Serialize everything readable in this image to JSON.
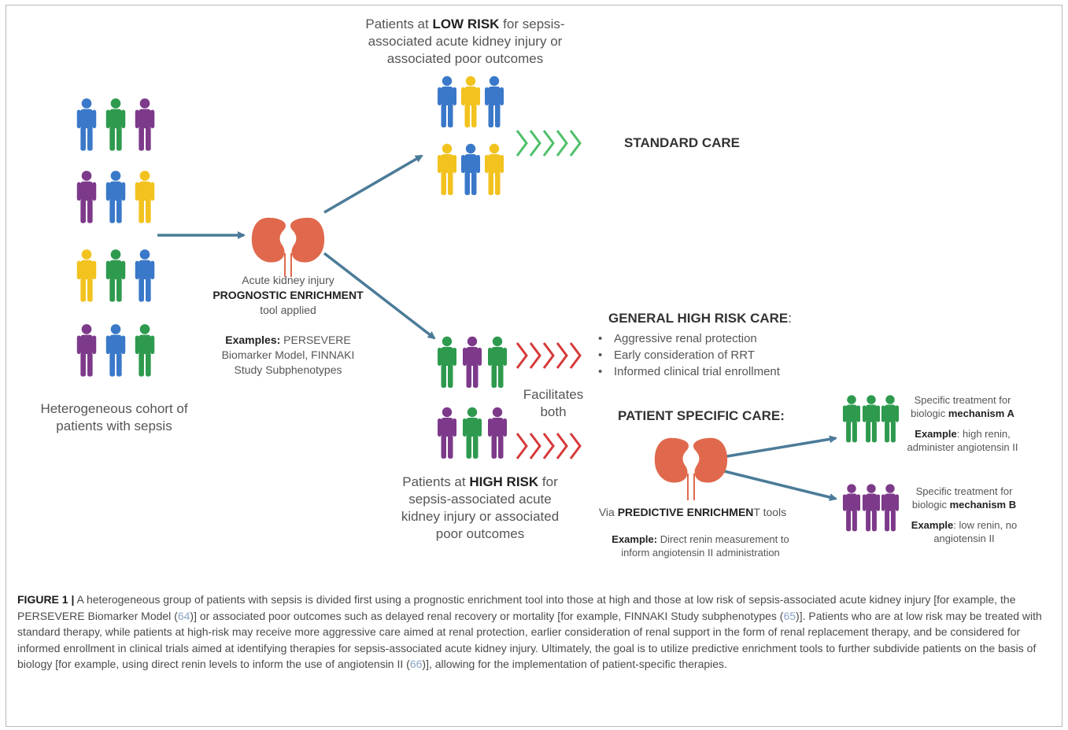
{
  "diagram": {
    "cohort_label": [
      "Heterogeneous cohort of",
      "patients with sepsis"
    ],
    "tool_line1": "Acute kidney injury",
    "tool_line2": "PROGNOSTIC ENRICHMENT",
    "tool_line3": "tool applied",
    "examples_bold": "Examples:",
    "examples_rest": " PERSEVERE",
    "examples_line2": "Biomarker Model, FINNAKI",
    "examples_line3": "Study Subphenotypes",
    "low_prefix": "Patients at ",
    "low_bold": "LOW RISK",
    "low_suffix": " for sepsis-",
    "low_line2": "associated acute kidney injury or",
    "low_line3": "associated poor outcomes",
    "standard_care": "STANDARD CARE",
    "general_title": "GENERAL HIGH RISK CARE",
    "general_colon": ":",
    "general_items": [
      "Aggressive renal protection",
      "Early consideration of RRT",
      "Informed clinical trial enrollment"
    ],
    "facilitates": [
      "Facilitates",
      "both"
    ],
    "patient_specific": "PATIENT SPECIFIC CARE:",
    "high_prefix": "Patients at ",
    "high_bold": "HIGH RISK",
    "high_suffix": " for",
    "high_line2": "sepsis-associated acute",
    "high_line3": "kidney injury or associated",
    "high_line4": "poor outcomes",
    "via_prefix": "Via ",
    "via_bold": "PREDICTIVE ENRICHMEN",
    "via_suffix": "T tools",
    "example2_bold": "Example:",
    "example2_rest": " Direct renin measurement to",
    "example2_line2": "inform angiotensin II administration",
    "mechA_line1": "Specific treatment for",
    "mechA_prefix": "biologic ",
    "mechA_bold": "mechanism A",
    "mechA_ex_bold": "Example",
    "mechA_ex_rest": ": high renin,",
    "mechA_ex_line2": "administer angiotensin II",
    "mechB_line1": "Specific treatment for",
    "mechB_prefix": "biologic ",
    "mechB_bold": "mechanism B",
    "mechB_ex_bold": "Example",
    "mechB_ex_rest": ": low renin, no",
    "mechB_ex_line2": "angiotensin II"
  },
  "colors": {
    "blue": "#3a78c9",
    "green": "#2e9a4e",
    "purple": "#7d3a8a",
    "yellow": "#f2c21e",
    "arrow": "#4b7b98",
    "chevron_green": "#4fbf6a",
    "chevron_red": "#d63a3a",
    "kidney": "#e0694d"
  },
  "caption": {
    "label": "FIGURE 1 |",
    "t1": " A heterogeneous group of patients with sepsis is divided first using a prognostic enrichment tool into those at high and those at low risk of sepsis-associated acute kidney injury [for example, the PERSEVERE Biomarker Model (",
    "r1": "64",
    "t2": ")] or associated poor outcomes such as delayed renal recovery or mortality [for example, FINNAKI Study subphenotypes (",
    "r2": "65",
    "t3": ")]. Patients who are at low risk may be treated with standard therapy, while patients at high-risk may receive more aggressive care aimed at renal protection, earlier consideration of renal support in the form of renal replacement therapy, and be considered for informed enrollment in clinical trials aimed at identifying therapies for sepsis-associated acute kidney injury. Ultimately, the goal is to utilize predictive enrichment tools to further subdivide patients on the basis of biology [for example, using direct renin levels to inform the use of angiotensin II (",
    "r3": "66",
    "t4": ")], allowing for the implementation of patient-specific therapies."
  }
}
